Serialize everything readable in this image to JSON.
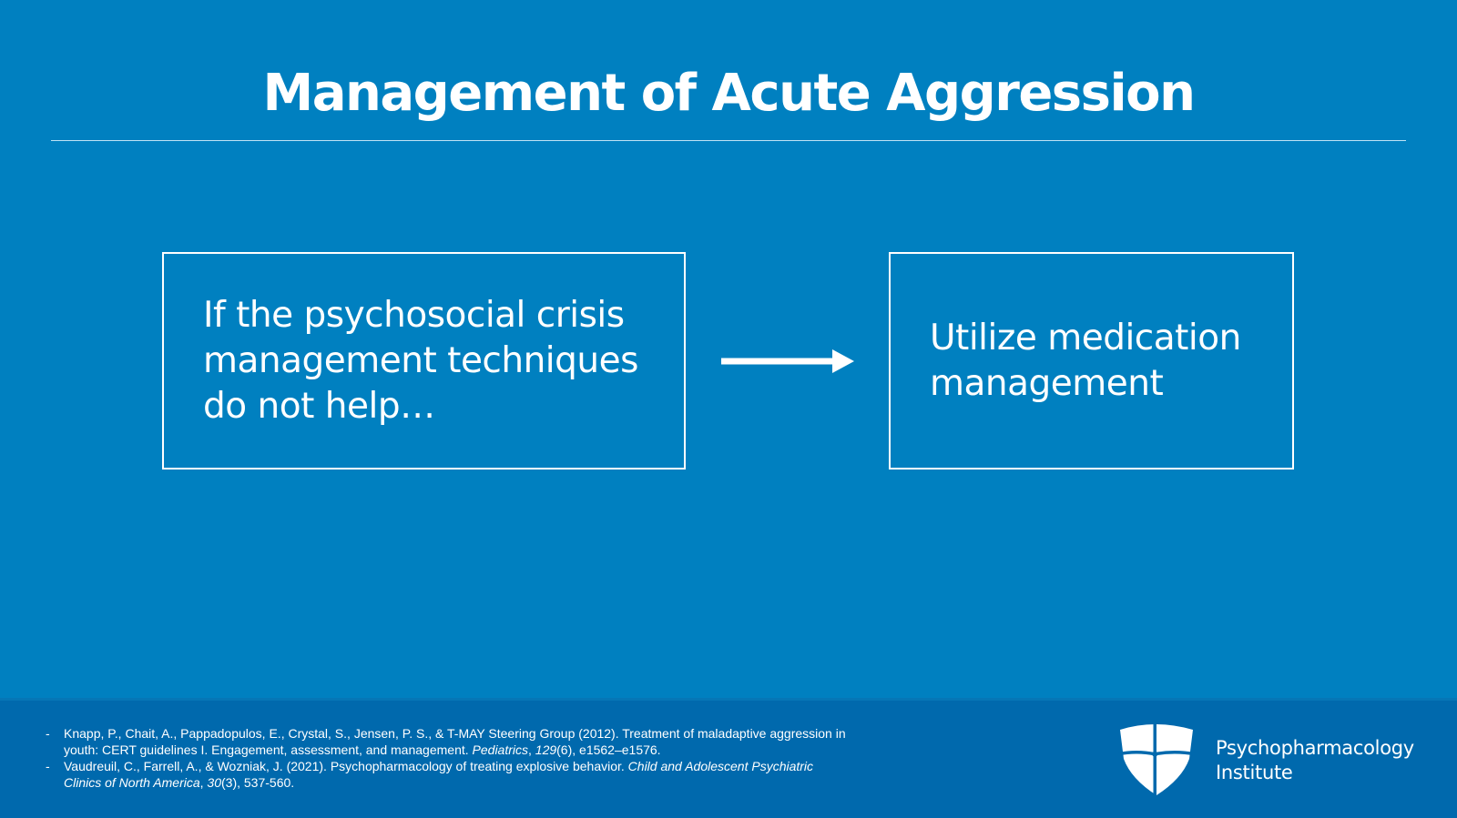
{
  "slide": {
    "title": "Management of Acute Aggression",
    "background_color": "#0080c0",
    "footer_color": "#0069ad"
  },
  "diagram": {
    "left_box": {
      "lines": [
        "If the psychosocial crisis",
        "management techniques",
        "do not help…"
      ]
    },
    "connector": "arrow-right",
    "right_box": {
      "lines": [
        "Utilize medication",
        "management"
      ]
    }
  },
  "references": [
    {
      "dash": "-",
      "parts": [
        {
          "text": "Knapp, P., Chait, A., Pappadopulos, E., Crystal, S., Jensen, P. S., & T-MAY Steering Group (2012). Treatment of maladaptive aggression in youth: CERT guidelines I. Engagement, assessment, and management. ",
          "italic": false
        },
        {
          "text": "Pediatrics",
          "italic": true
        },
        {
          "text": ", ",
          "italic": false
        },
        {
          "text": "129",
          "italic": true
        },
        {
          "text": "(6), e1562–e1576.",
          "italic": false
        }
      ]
    },
    {
      "dash": "-",
      "parts": [
        {
          "text": "Vaudreuil, C., Farrell, A., & Wozniak, J. (2021). Psychopharmacology of treating explosive behavior. ",
          "italic": false
        },
        {
          "text": "Child and Adolescent Psychiatric Clinics of North America",
          "italic": true
        },
        {
          "text": ", ",
          "italic": false
        },
        {
          "text": "30",
          "italic": true
        },
        {
          "text": "(3), 537-560.",
          "italic": false
        }
      ]
    }
  ],
  "logo": {
    "icon": "shield-cross-icon",
    "line1": "Psychopharmacology",
    "line2": "Institute"
  }
}
